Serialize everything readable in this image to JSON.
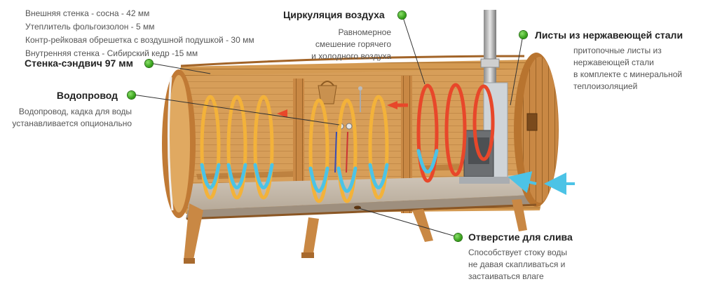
{
  "specs": [
    "Внешняя стенка - сосна - 42 мм",
    "Утеплитель фольгоизолон - 5 мм",
    "Контр-рейковая обрешетка с воздушной подушкой - 30 мм",
    "Внутренняя стенка - Сибирский кедр -15 мм"
  ],
  "callouts": {
    "sandwich": {
      "title": "Стенка-сэндвич 97 мм"
    },
    "water": {
      "title": "Водопровод",
      "desc": [
        "Водопровод, кадка для воды",
        "устанавливается опционально"
      ]
    },
    "air": {
      "title": "Циркуляция воздуха",
      "desc": [
        "Равномерное",
        "смешение горячего",
        "и холодного воздуха"
      ]
    },
    "steel": {
      "title": "Листы из нержавеющей стали",
      "desc": [
        "притопочные листы из",
        "нержавеющей стали",
        "в комплекте с минеральной",
        "теплоизоляцией"
      ]
    },
    "drain": {
      "title": "Отверстие для слива",
      "desc": [
        "Способствует стоку воды",
        "не давая скапливаться и",
        "застаиваться влаге"
      ]
    }
  },
  "colors": {
    "dot": "#3fae1c",
    "wood": "#c98a44",
    "hot": "#e8472a",
    "warm": "#f3b23a",
    "cold": "#4cc3e6"
  }
}
